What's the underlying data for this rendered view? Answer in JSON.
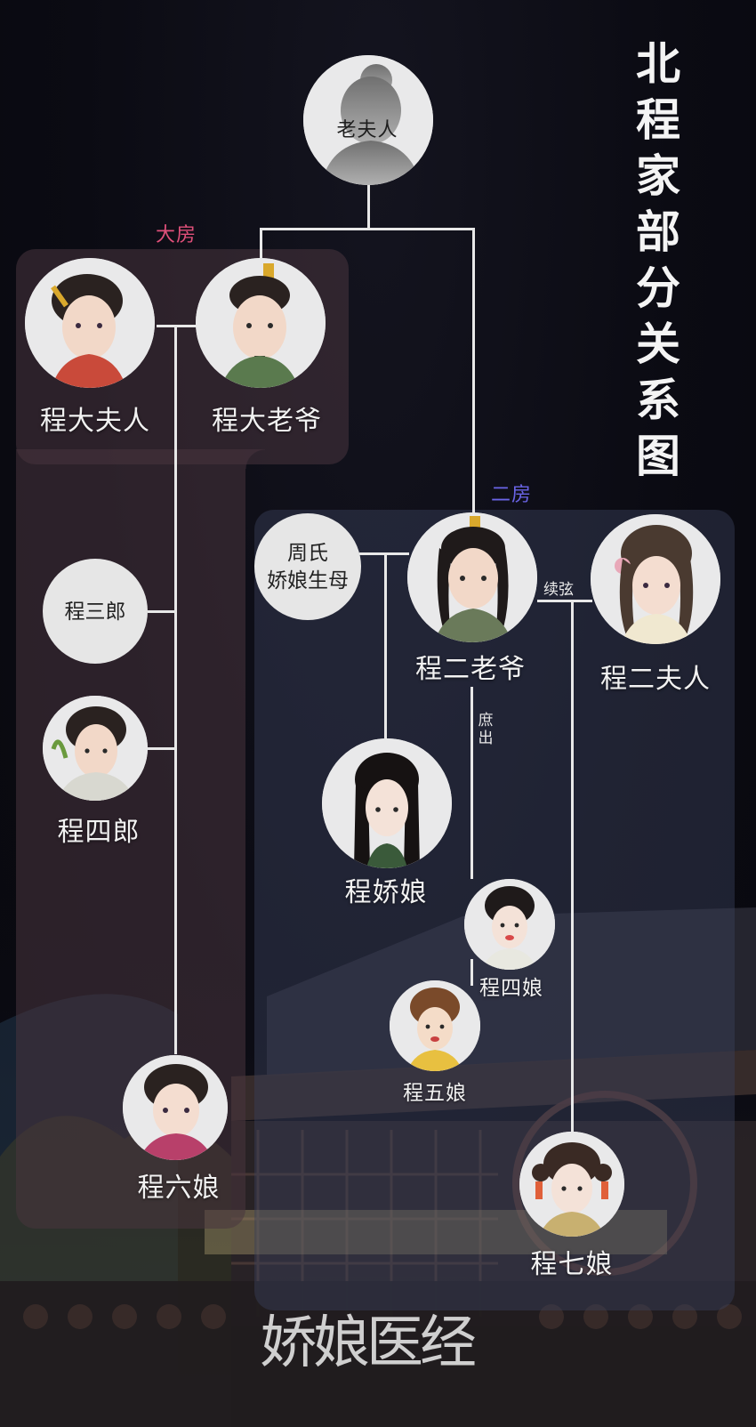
{
  "title": "北程家部分关系图",
  "logo_text": "娇娘医经",
  "branches": {
    "da": "大房",
    "er": "二房"
  },
  "relations": {
    "second_wife": "续弦",
    "concubine_born": "庶出"
  },
  "people": {
    "grandmother": "老夫人",
    "da_wife": "程大夫人",
    "da_lord": "程大老爷",
    "san_lang": "程三郎",
    "si_lang": "程四郎",
    "liu_niang": "程六娘",
    "er_lord": "程二老爷",
    "er_wife": "程二夫人",
    "zhou_line1": "周氏",
    "zhou_line2": "娇娘生母",
    "jiao_niang": "程娇娘",
    "si_niang": "程四娘",
    "wu_niang": "程五娘",
    "qi_niang": "程七娘"
  },
  "colors": {
    "branch_da": "#e0507a",
    "branch_er": "#6a64e6",
    "connector": "#e8e8e8"
  }
}
